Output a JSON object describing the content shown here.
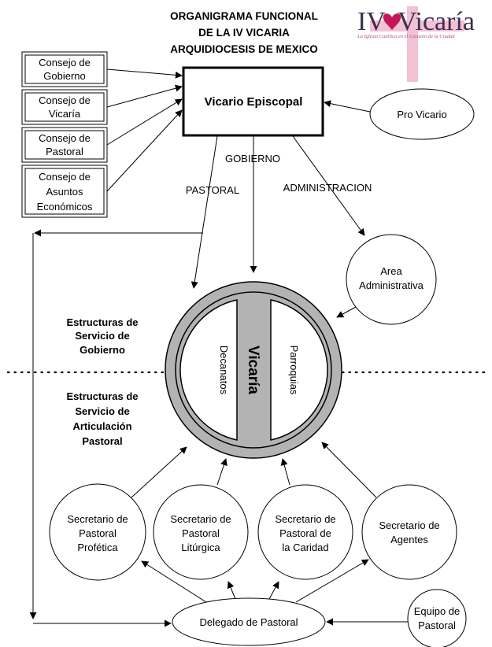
{
  "title": {
    "line1": "ORGANIGRAMA FUNCIONAL",
    "line2": "DE LA IV VICARIA",
    "line3": "ARQUIDIOCESIS DE MEXICO"
  },
  "logo": {
    "roman": "IV",
    "word": "Vicaría",
    "tagline": "La Iglesia Católica en el Corazón de la Ciudad",
    "colors": {
      "cross": "#f2c1d3",
      "heart": "#c2185b",
      "text": "#3d2e4f"
    }
  },
  "councils": [
    {
      "line1": "Consejo de",
      "line2": "Gobierno"
    },
    {
      "line1": "Consejo de",
      "line2": "Vicaría"
    },
    {
      "line1": "Consejo de",
      "line2": "Pastoral"
    },
    {
      "line1": "Consejo de",
      "line2": "Asuntos",
      "line3": "Económicos"
    }
  ],
  "vicario": "Vicario Episcopal",
  "pro_vicario": "Pro Vicario",
  "edge_labels": {
    "pastoral": "PASTORAL",
    "gobierno": "GOBIERNO",
    "administracion": "ADMINISTRACION"
  },
  "area_administrativa": {
    "line1": "Area",
    "line2": "Administrativa"
  },
  "vicaria": {
    "center": "Vicaría",
    "left": "Decanatos",
    "right": "Parroquias",
    "ring_color": "#b3b3b3"
  },
  "side_labels": {
    "gobierno": {
      "line1": "Estructuras de",
      "line2": "Servicio de",
      "line3": "Gobierno"
    },
    "articulacion": {
      "line1": "Estructuras de",
      "line2": "Servicio de",
      "line3": "Articulación",
      "line4": "Pastoral"
    }
  },
  "secretarios": [
    {
      "line1": "Secretario de",
      "line2": "Pastoral",
      "line3": "Profética"
    },
    {
      "line1": "Secretario de",
      "line2": "Pastoral",
      "line3": "Litúrgica"
    },
    {
      "line1": "Secretario de",
      "line2": "Pastoral de",
      "line3": "la Caridad"
    },
    {
      "line1": "Secretario de",
      "line2": "Agentes"
    }
  ],
  "delegado": "Delegado de Pastoral",
  "equipo": {
    "line1": "Equipo de",
    "line2": "Pastoral"
  }
}
